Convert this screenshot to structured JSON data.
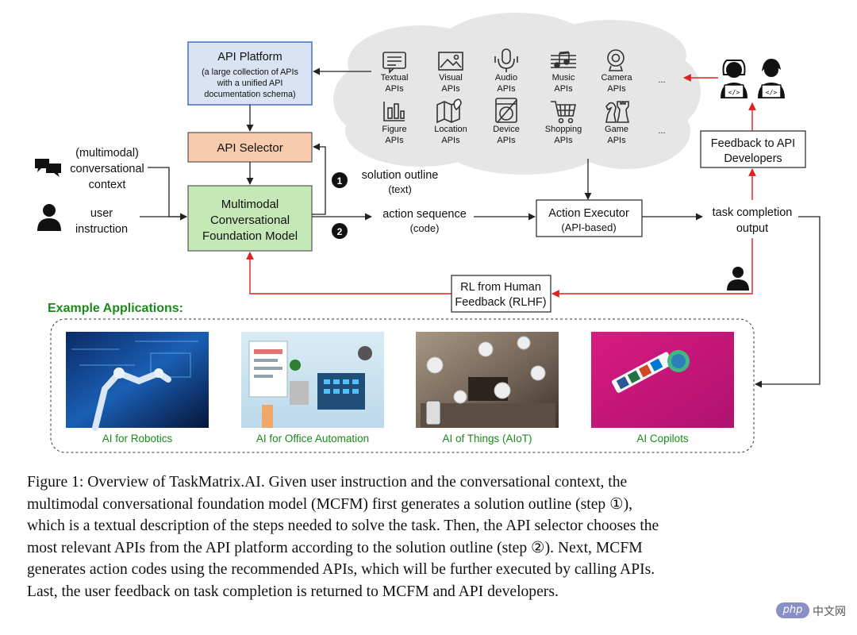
{
  "diagram": {
    "api_platform": {
      "title": "API Platform",
      "desc_lines": [
        "(a large collection of APIs",
        "with a unified API",
        "documentation schema)"
      ]
    },
    "api_selector": "API Selector",
    "mcfm_lines": [
      "Multimodal",
      "Conversational",
      "Foundation Model"
    ],
    "context_lines": [
      "(multimodal)",
      "conversational",
      "context"
    ],
    "instruction_lines": [
      "user",
      "instruction"
    ],
    "solution_outline": {
      "step": "1",
      "lines": [
        "solution outline",
        "(text)"
      ]
    },
    "action_sequence": {
      "step": "2",
      "lines": [
        "action sequence",
        "(code)"
      ]
    },
    "action_executor_lines": [
      "Action Executor",
      "(API-based)"
    ],
    "task_output_lines": [
      "task completion",
      "output"
    ],
    "feedback_dev_lines": [
      "Feedback to API",
      "Developers"
    ],
    "rlhf_lines": [
      "RL from Human",
      "Feedback (RLHF)"
    ],
    "api_categories": [
      {
        "icon": "textual-icon",
        "lines": [
          "Textual",
          "APIs"
        ]
      },
      {
        "icon": "image-icon",
        "lines": [
          "Visual",
          "APIs"
        ]
      },
      {
        "icon": "microphone-icon",
        "lines": [
          "Audio",
          "APIs"
        ]
      },
      {
        "icon": "music-icon",
        "lines": [
          "Music",
          "APIs"
        ]
      },
      {
        "icon": "camera-icon",
        "lines": [
          "Camera",
          "APIs"
        ]
      },
      {
        "icon": "figure-icon",
        "lines": [
          "Figure",
          "APIs"
        ]
      },
      {
        "icon": "map-icon",
        "lines": [
          "Location",
          "APIs"
        ]
      },
      {
        "icon": "washer-icon",
        "lines": [
          "Device",
          "APIs"
        ]
      },
      {
        "icon": "cart-icon",
        "lines": [
          "Shopping",
          "APIs"
        ]
      },
      {
        "icon": "chess-icon",
        "lines": [
          "Game",
          "APIs"
        ]
      }
    ],
    "ellipsis": "...",
    "example_title": "Example Applications:",
    "applications": [
      {
        "label": "AI for Robotics"
      },
      {
        "label": "AI for Office Automation"
      },
      {
        "label": "AI of Things (AIoT)"
      },
      {
        "label": "AI Copilots"
      }
    ],
    "colors": {
      "api_platform_fill": "#dae3f3",
      "api_platform_stroke": "#4472c4",
      "selector_fill": "#f8cbad",
      "mcfm_fill": "#c5e8b7",
      "green_text": "#1a8a1a",
      "red_arrow": "#e02020"
    }
  },
  "caption_lines": [
    "Figure 1: Overview of TaskMatrix.AI. Given user instruction and the conversational context, the",
    "multimodal conversational foundation model (MCFM) first generates a solution outline (step ①),",
    "which is a textual description of the steps needed to solve the task. Then, the API selector chooses the",
    "most relevant APIs from the API platform according to the solution outline (step ②). Next, MCFM",
    "generates action codes using the recommended APIs, which will be further executed by calling APIs.",
    "Last, the user feedback on task completion is returned to MCFM and API developers."
  ],
  "watermark": {
    "badge": "php",
    "text": "中文网"
  }
}
